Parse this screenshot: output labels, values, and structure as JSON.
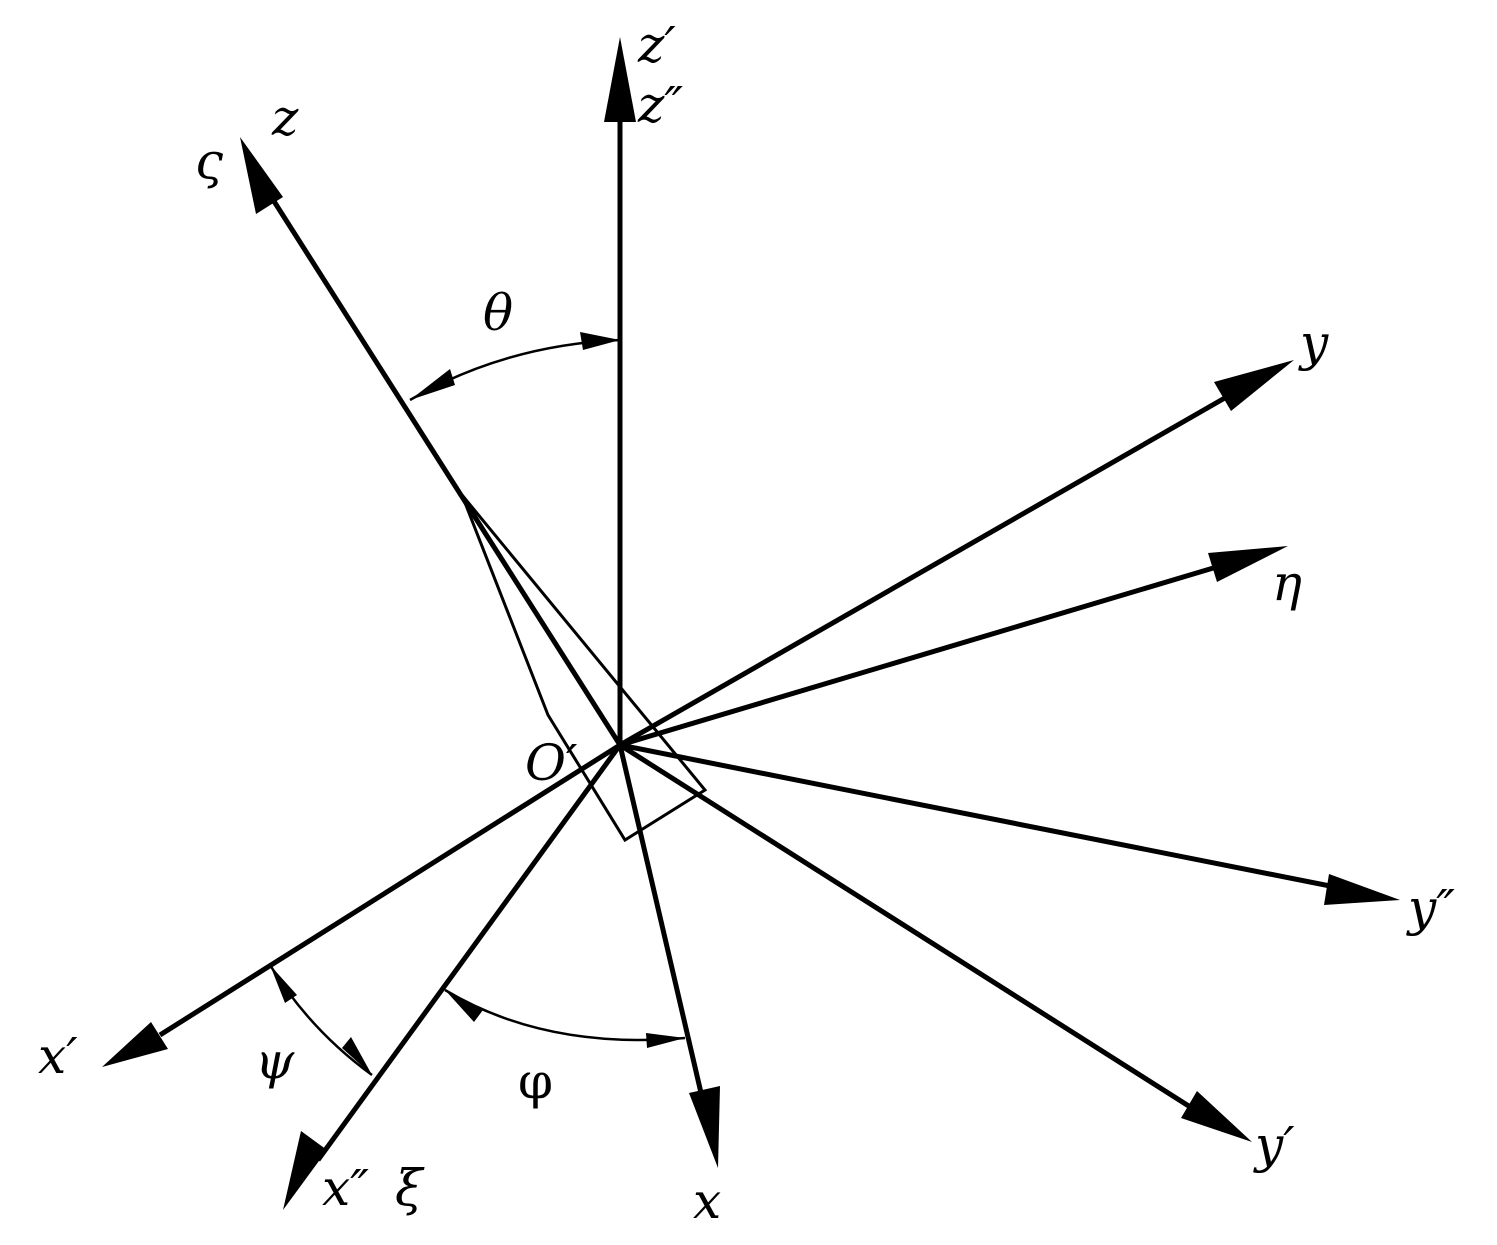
{
  "labels": {
    "z_prime": "z′",
    "z_double_prime": "z″",
    "z": "z",
    "zeta": "ς",
    "theta": "θ",
    "y": "y",
    "eta": "η",
    "origin": "O′",
    "y_double_prime": "y″",
    "x_prime": "x′",
    "psi": "ψ",
    "phi": "φ",
    "x_double_prime": "x″",
    "xi": "ξ",
    "x": "x",
    "y_prime": "y′"
  },
  "colors": {
    "ink": "#000000",
    "background": "#ffffff"
  }
}
